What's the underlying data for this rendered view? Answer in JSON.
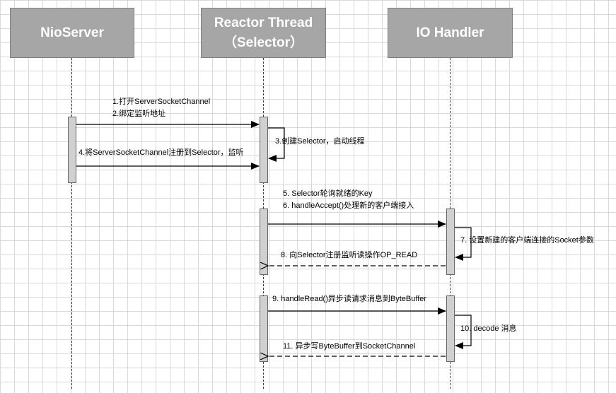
{
  "participants": [
    {
      "lines": [
        "NioServer"
      ]
    },
    {
      "lines": [
        "Reactor Thread",
        "（Selector）"
      ]
    },
    {
      "lines": [
        "IO Handler"
      ]
    }
  ],
  "messages": {
    "m1": [
      "1.打开ServerSocketChannel",
      "2.绑定监听地址"
    ],
    "m3": "3.创建Selector，启动线程",
    "m4": "4.将ServerSocketChannel注册到Selector，监听",
    "m5": [
      "5. Selector轮询就绪的Key",
      "6. handleAccept()处理新的客户端接入"
    ],
    "m7": "7. 设置新建的客户端连接的Socket参数",
    "m8": "8. 向Selector注册监听读操作OP_READ",
    "m9": "9. handleRead()异步读请求消息到ByteBuffer",
    "m10": "10. decode 消息",
    "m11": "11. 异步写ByteBuffer到SocketChannel"
  }
}
